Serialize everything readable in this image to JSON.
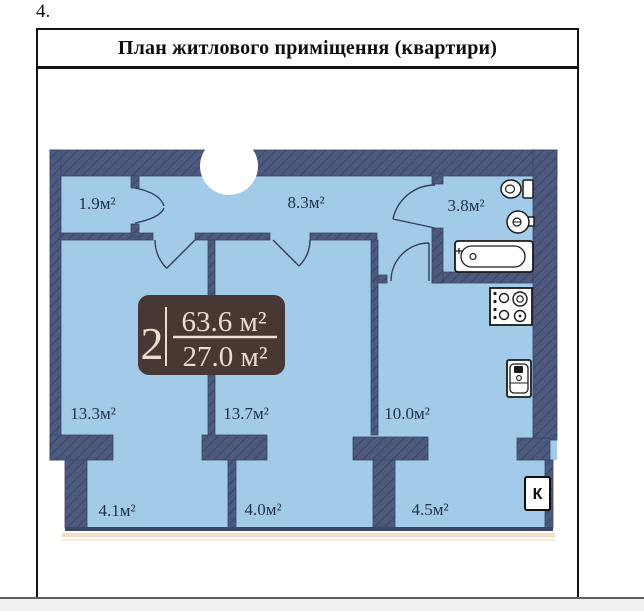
{
  "page": {
    "item_number": "4.",
    "title": "План житлового приміщення (квартири)"
  },
  "apartment_card": {
    "rooms_count": "2",
    "total_area": "63.6 м²",
    "living_area": "27.0 м²"
  },
  "rooms": [
    {
      "name": "closet",
      "area": "1.9м²"
    },
    {
      "name": "hallway",
      "area": "8.3м²"
    },
    {
      "name": "bathroom",
      "area": "3.8м²"
    },
    {
      "name": "living-room-1",
      "area": "13.3м²"
    },
    {
      "name": "living-room-2",
      "area": "13.7м²"
    },
    {
      "name": "kitchen",
      "area": "10.0м²"
    },
    {
      "name": "balcony-1",
      "area": "4.1м²"
    },
    {
      "name": "balcony-2",
      "area": "4.0м²"
    },
    {
      "name": "balcony-3",
      "area": "4.5м²"
    }
  ],
  "markers": {
    "kitchen_marker": "К"
  },
  "colors": {
    "wall": "#4d5a7d",
    "wall_hatch": "#39456a",
    "floor": "#a1cbe8",
    "card_bg": "#473834",
    "card_text": "#e9ddd1",
    "balcony_sill": "#f5dcc2"
  }
}
